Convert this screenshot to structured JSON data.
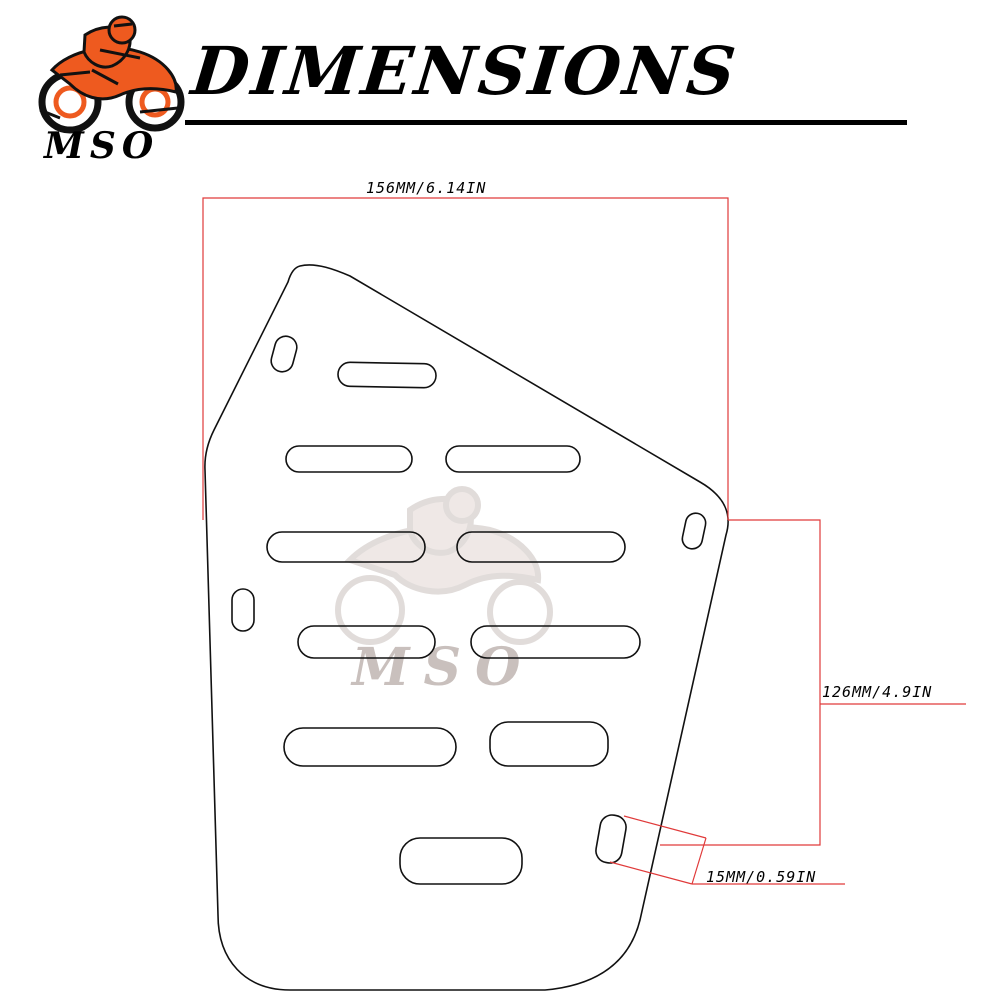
{
  "header": {
    "title": "DIMENSIONS",
    "logo_text": "MSO"
  },
  "watermark": {
    "text": "MSO"
  },
  "dimensions": {
    "width_label": "156MM/6.14IN",
    "height_label": "126MM/4.9IN",
    "hole_label": "15MM/0.59IN"
  },
  "colors": {
    "dimension_line": "#e03a3a",
    "logo_orange": "#ee5a1f",
    "logo_black": "#111111",
    "outline": "#111111",
    "watermark": "#c9c0bd"
  },
  "icons": {
    "logo": "motorcycle-rider-icon",
    "watermark": "motorcycle-rider-icon"
  }
}
